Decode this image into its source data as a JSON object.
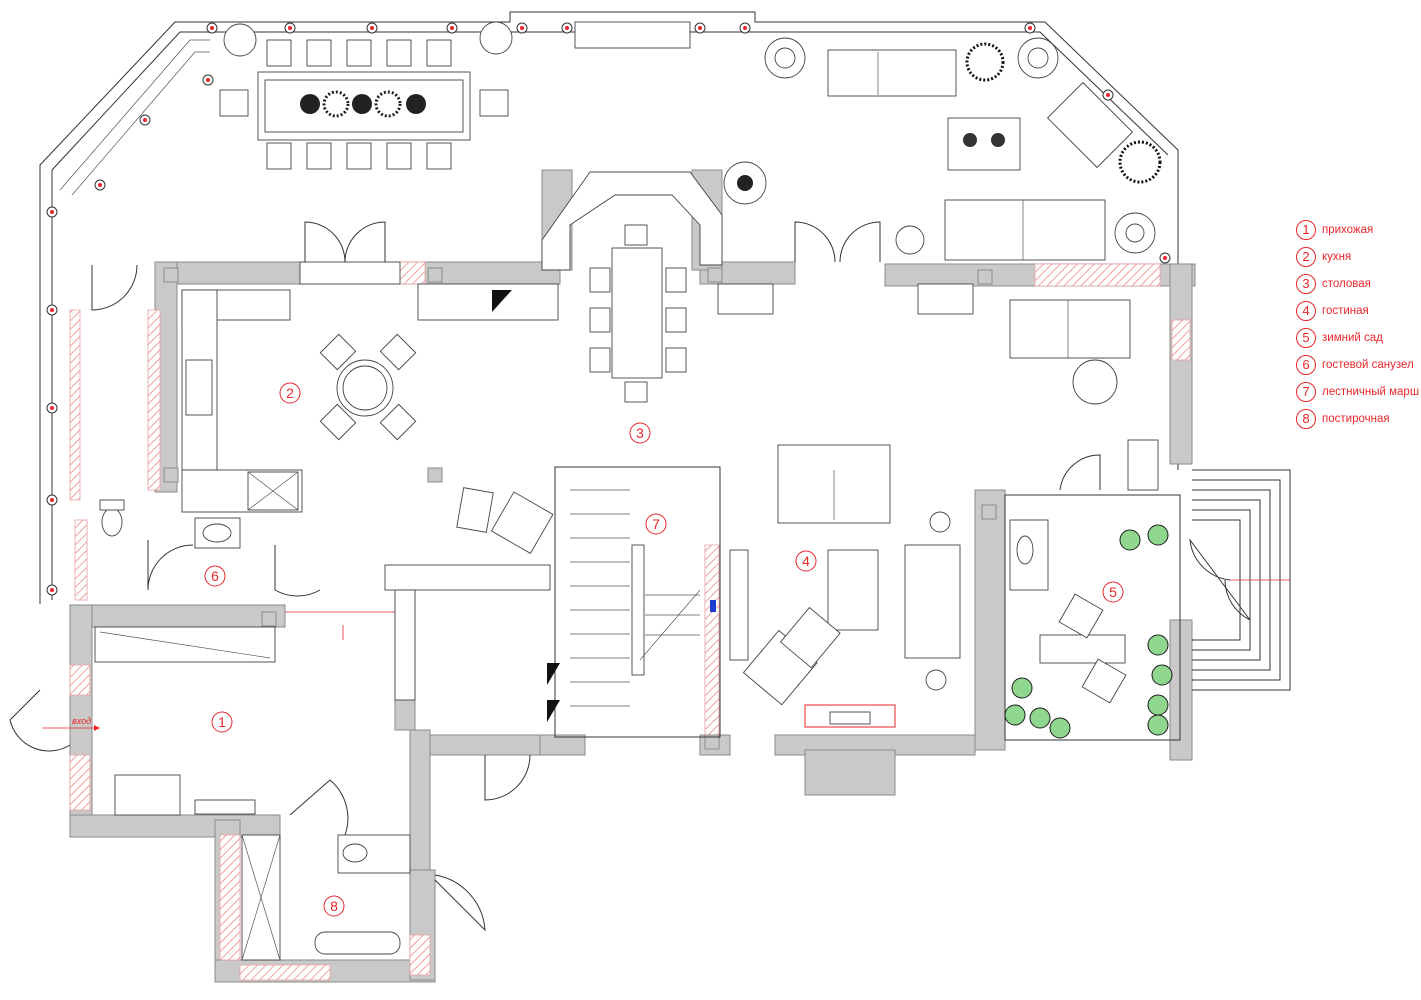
{
  "legend": [
    {
      "num": "1",
      "label": "прихожая"
    },
    {
      "num": "2",
      "label": "кухня"
    },
    {
      "num": "3",
      "label": "столовая"
    },
    {
      "num": "4",
      "label": "гостиная"
    },
    {
      "num": "5",
      "label": "зимний сад"
    },
    {
      "num": "6",
      "label": "гостевой санузел"
    },
    {
      "num": "7",
      "label": "лестничный марш"
    },
    {
      "num": "8",
      "label": "постирочная"
    }
  ],
  "rooms": [
    {
      "num": "1"
    },
    {
      "num": "2"
    },
    {
      "num": "3"
    },
    {
      "num": "4"
    },
    {
      "num": "5"
    },
    {
      "num": "6"
    },
    {
      "num": "7"
    },
    {
      "num": "8"
    }
  ],
  "entrance_label": "вход",
  "colors": {
    "annotation": "#e8262b",
    "wall": "#c9c9c9",
    "plant": "#8fd68f",
    "accent": "#1a3ccf"
  }
}
